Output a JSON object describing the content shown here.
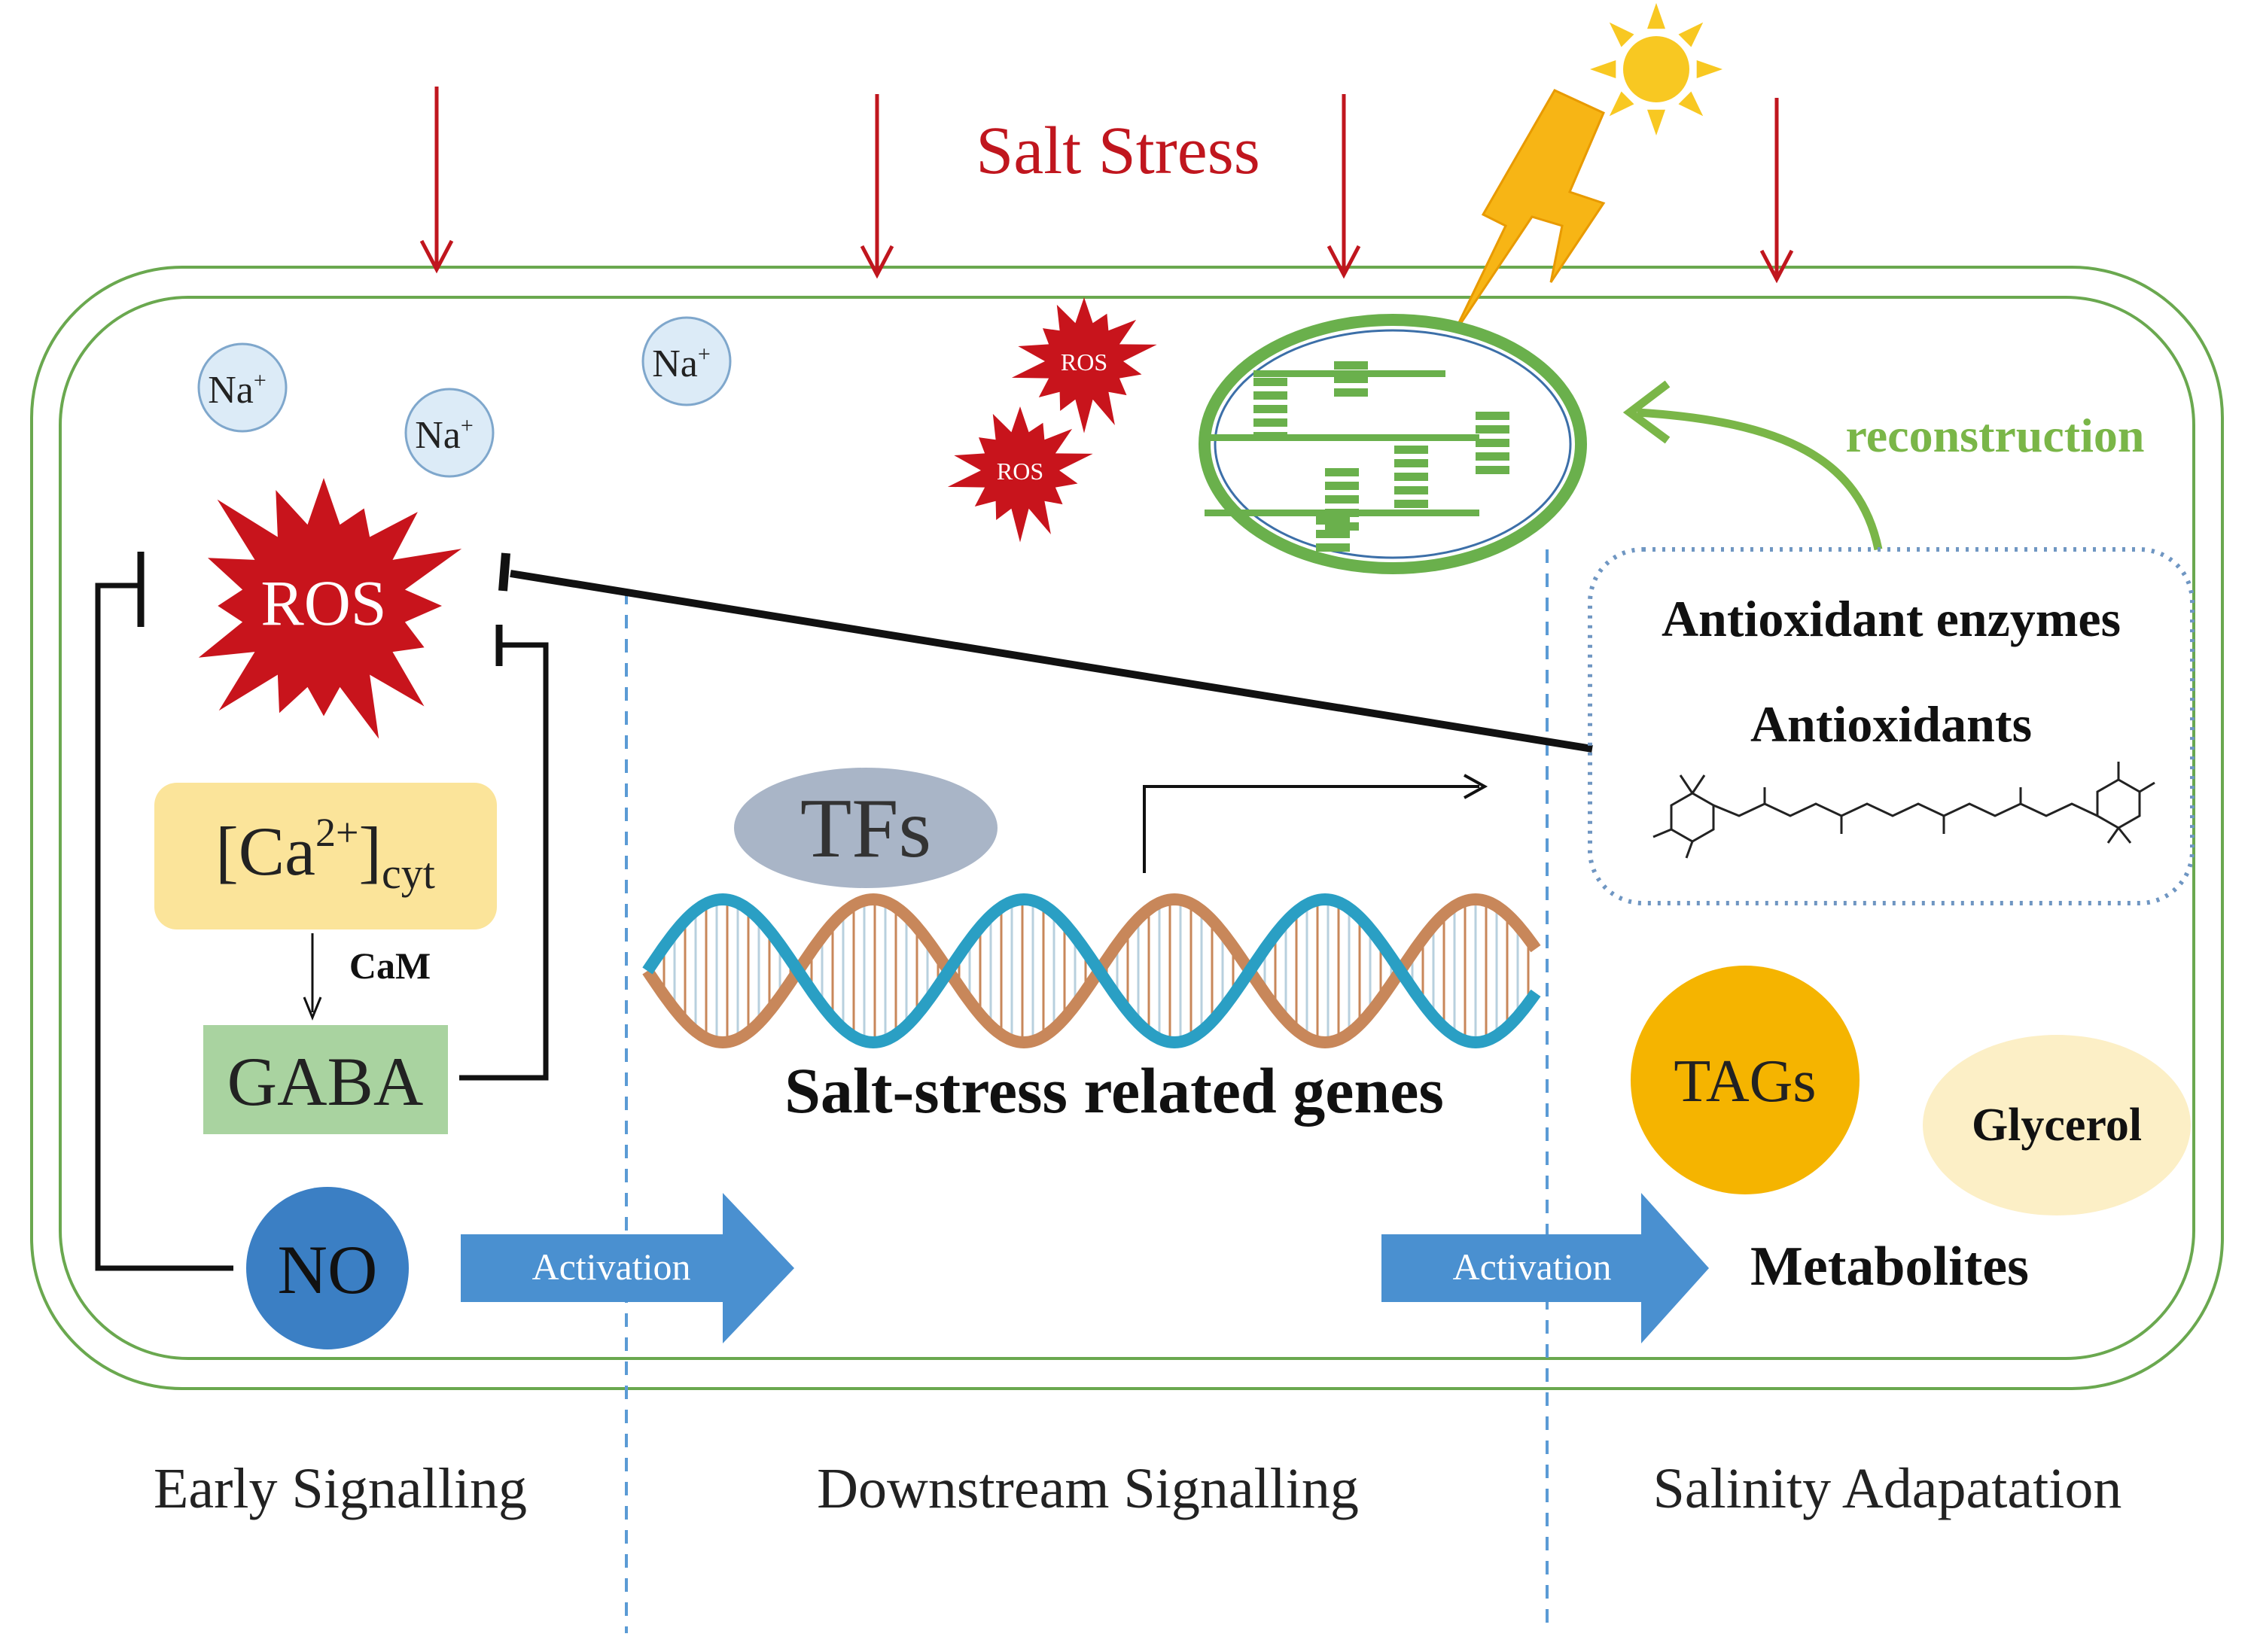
{
  "title": "Salt Stress",
  "ions": {
    "sodium": "Na",
    "sodium_charge": "+"
  },
  "ros": {
    "main": "ROS",
    "small": "ROS"
  },
  "calcium": {
    "prefix": "[Ca",
    "superscript": "2+",
    "bracket": "]",
    "subscript": "cyt"
  },
  "cam_label": "CaM",
  "gaba_label": "GABA",
  "no_label": "NO",
  "tfs_label": "TFs",
  "genes_label": "Salt-stress related genes",
  "activation_label": "Activation",
  "reconstruction_label": "reconstruction",
  "antioxidant_enzymes_label": "Antioxidant enzymes",
  "antioxidants_label": "Antioxidants",
  "tags_label": "TAGs",
  "glycerol_label": "Glycerol",
  "metabolites_label": "Metabolites",
  "phases": [
    "Early Signalling",
    "Downstream Signalling",
    "Salinity Adapatation"
  ],
  "colors": {
    "stress_red": "#c0161e",
    "ros_red": "#c8141c",
    "membrane_green": "#6aa84f",
    "chloroplast_green": "#6ab04c",
    "reconstruction_green": "#7ab648",
    "ion_fill": "#dcebf7",
    "ion_stroke": "#7fa7cc",
    "calcium_fill": "#fbe49a",
    "gaba_fill": "#a9d3a0",
    "no_fill": "#3b7fc4",
    "tfs_fill": "#a9b5c7",
    "dna_blue": "#2a9fc4",
    "dna_orange": "#c8875a",
    "arrow_blue": "#4a90d0",
    "tags_fill": "#f5b400",
    "glycerol_fill": "#fcefc6",
    "sun_fill": "#f8c822",
    "bolt_fill": "#f7b515",
    "divider_blue": "#5b9bd5"
  }
}
